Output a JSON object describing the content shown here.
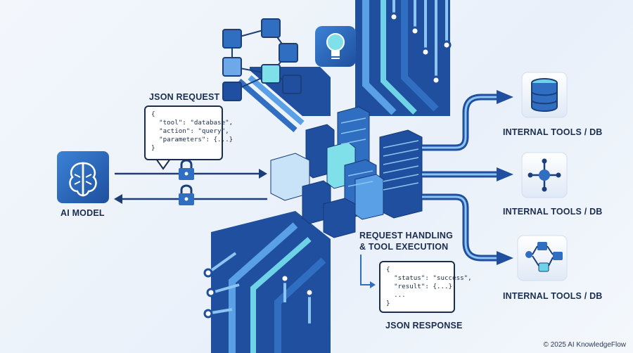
{
  "labels": {
    "json_request_title": "JSON REQUEST",
    "ai_model": "AI MODEL",
    "request_handling_line1": "REQUEST HANDLING",
    "request_handling_line2": "& TOOL EXECUTION",
    "json_response_title": "JSON RESPONSE",
    "tools": [
      "INTERNAL TOOLS / DB",
      "INTERNAL TOOLS / DB",
      "INTERNAL TOOLS / DB"
    ]
  },
  "request_code": [
    "{",
    "  \"tool\": \"database\",",
    "  \"action\": \"query\",",
    "  \"parameters\": {...}",
    "}"
  ],
  "response_code": [
    "{",
    "  \"status\": \"success\",",
    "  \"result\": {...},",
    "  ...",
    "}"
  ],
  "footer": "© 2025 AI KnowledgeFlow",
  "icons": {
    "ai_model": "brain-icon",
    "idea": "lightbulb-icon",
    "lock_request": "padlock-icon",
    "lock_response": "padlock-icon",
    "tool_1": "database-icon",
    "tool_2": "network-hub-icon",
    "tool_3": "workflow-icon"
  },
  "colors": {
    "navy": "#1c3f7a",
    "blue": "#2f6ec0",
    "light_blue": "#5aa0e6",
    "cyan": "#6fd3e8",
    "text": "#1b2e4f"
  }
}
